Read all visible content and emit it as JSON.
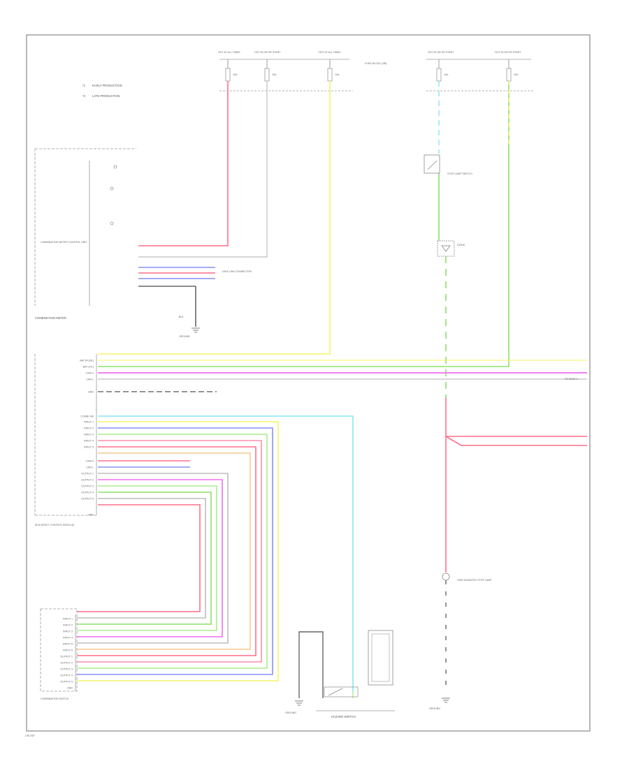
{
  "palette": {
    "red": "#ff6f8c",
    "pink": "#ff8fa8",
    "yellow": "#f4f46a",
    "green": "#8ce06a",
    "lightgreen": "#a8ee8c",
    "blue": "#8a8ff2",
    "magenta": "#f06ef0",
    "cyan": "#86e6f0",
    "orange": "#f4c890",
    "gray": "#bdbdbd",
    "black": "#555555"
  },
  "fuses": [
    {
      "header": "HOT AT ALL TIMES",
      "label": "10A"
    },
    {
      "header": "HOT IN ON OR START",
      "label": "10A"
    },
    {
      "header": "HOT AT ALL TIMES",
      "label": "10A"
    },
    {
      "header": "HOT IN ON OR START",
      "label": "10A"
    },
    {
      "header": "HOT IN ON OR START",
      "label": "10A"
    }
  ],
  "legend": [
    {
      "symbol": "*1",
      "text": "EARLY PRODUCTION"
    },
    {
      "symbol": "*2",
      "text": "LATE PRODUCTION"
    }
  ],
  "components": {
    "combination_meter": "COMBINATION METER",
    "meter_inner": [
      "COMBINATION METER CONTROL UNIT"
    ],
    "bcm": [
      "BCM (BODY CONTROL MODULE)"
    ],
    "combination_switch": [
      "COMBINATION SWITCH"
    ],
    "hazard_switch": "HAZARD SWITCH",
    "stop_lamp_switch": [
      "STOP LAMP SWITCH"
    ],
    "diode": "DIODE",
    "high_mounted_stop_lamp": [
      "HIGH MOUNTED STOP LAMP"
    ],
    "ground_bcm": [
      "GROUND"
    ],
    "ground_hazard": [
      "GROUND"
    ],
    "ground_stop_lamp": [
      "GROUND"
    ],
    "to_right": [
      "TO PAGE 2"
    ],
    "data_link": [
      "DATA LINK CONNECTOR"
    ],
    "fuse_right_note": [
      "FUSE BLOCK (J/B)"
    ]
  },
  "bcm_pins": [
    "BAT (FUSE)",
    "BAT (F/L)",
    "CAN-H",
    "CAN-L",
    "GND",
    "COMBI SW",
    "INPUT 1",
    "INPUT 2",
    "INPUT 3",
    "INPUT 4",
    "INPUT 5",
    "CAN-H",
    "CAN-L",
    "OUTPUT 1",
    "OUTPUT 2",
    "OUTPUT 3",
    "OUTPUT 4",
    "OUTPUT 5",
    "GND"
  ],
  "switch_pins": [
    "INPUT 1",
    "INPUT 2",
    "INPUT 3",
    "INPUT 4",
    "INPUT 5",
    "INPUT 6",
    "OUTPUT 1",
    "OUTPUT 2",
    "OUTPUT 3",
    "OUTPUT 4",
    "OUTPUT 5",
    "GND"
  ],
  "footer": "CRC/SP"
}
